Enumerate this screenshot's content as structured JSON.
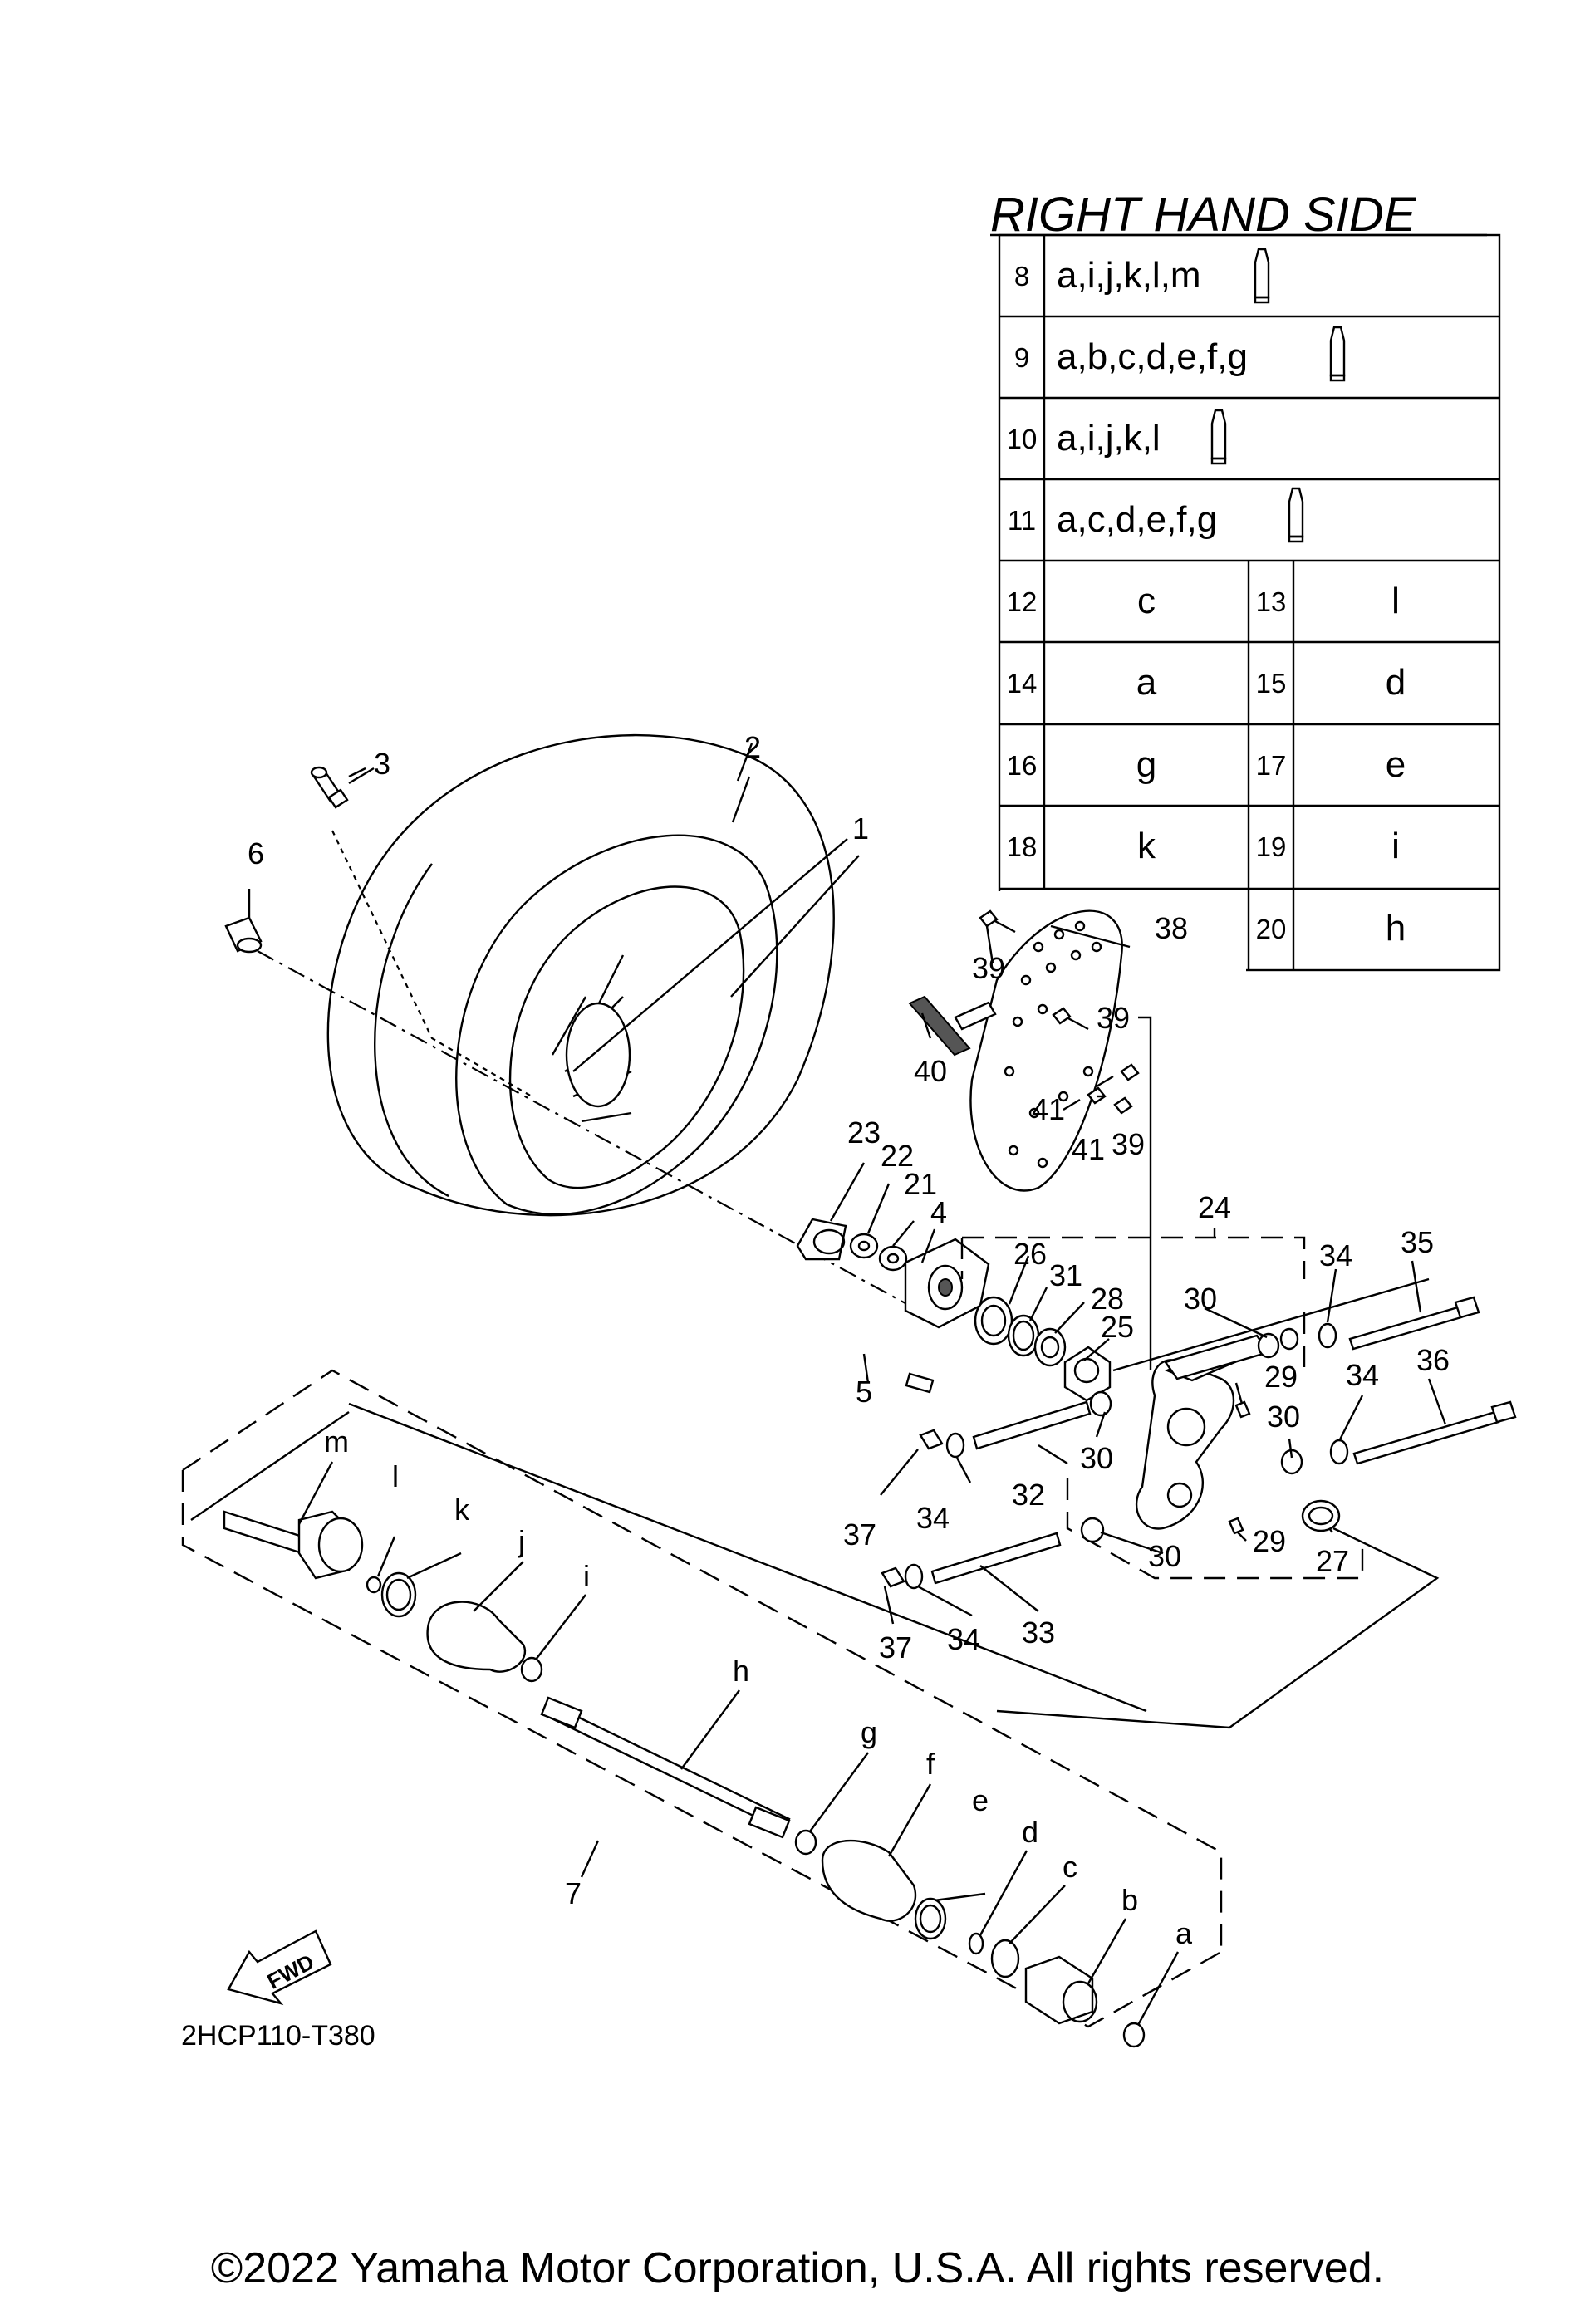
{
  "table": {
    "title": "RIGHT HAND SIDE",
    "wide_rows": [
      {
        "num": "8",
        "text": "a,i,j,k,l,m"
      },
      {
        "num": "9",
        "text": "a,b,c,d,e,f,g"
      },
      {
        "num": "10",
        "text": "a,i,j,k,l"
      },
      {
        "num": "11",
        "text": "a,c,d,e,f,g"
      }
    ],
    "pair_rows": [
      [
        {
          "num": "12",
          "text": "c"
        },
        {
          "num": "13",
          "text": "l"
        }
      ],
      [
        {
          "num": "14",
          "text": "a"
        },
        {
          "num": "15",
          "text": "d"
        }
      ],
      [
        {
          "num": "16",
          "text": "g"
        },
        {
          "num": "17",
          "text": "e"
        }
      ],
      [
        {
          "num": "18",
          "text": "k"
        },
        {
          "num": "19",
          "text": "i"
        }
      ],
      [
        {
          "num": "20",
          "text": "h"
        }
      ]
    ]
  },
  "callouts": {
    "c1": "1",
    "c2": "2",
    "c3": "3",
    "c4": "4",
    "c5": "5",
    "c6": "6",
    "c7": "7",
    "c21": "21",
    "c22": "22",
    "c23": "23",
    "c24": "24",
    "c25": "25",
    "c26": "26",
    "c27": "27",
    "c28": "28",
    "c29a": "29",
    "c29b": "29",
    "c30a": "30",
    "c30b": "30",
    "c30c": "30",
    "c30d": "30",
    "c31": "31",
    "c32": "32",
    "c33": "33",
    "c34a": "34",
    "c34b": "34",
    "c34c": "34",
    "c34d": "34",
    "c35": "35",
    "c36": "36",
    "c37a": "37",
    "c37b": "37",
    "c38": "38",
    "c39a": "39",
    "c39b": "39",
    "c39c": "39",
    "c40": "40",
    "c41a": "41",
    "c41b": "41",
    "ca": "a",
    "cb": "b",
    "cc": "c",
    "cd": "d",
    "ce": "e",
    "cf": "f",
    "cg": "g",
    "ch": "h",
    "ci": "i",
    "cj": "j",
    "ck": "k",
    "cl": "l",
    "cm": "m"
  },
  "fwd_label": "FWD",
  "diagram_code": "2HCP110-T380",
  "copyright": "©2022 Yamaha Motor Corporation, U.S.A. All rights reserved."
}
